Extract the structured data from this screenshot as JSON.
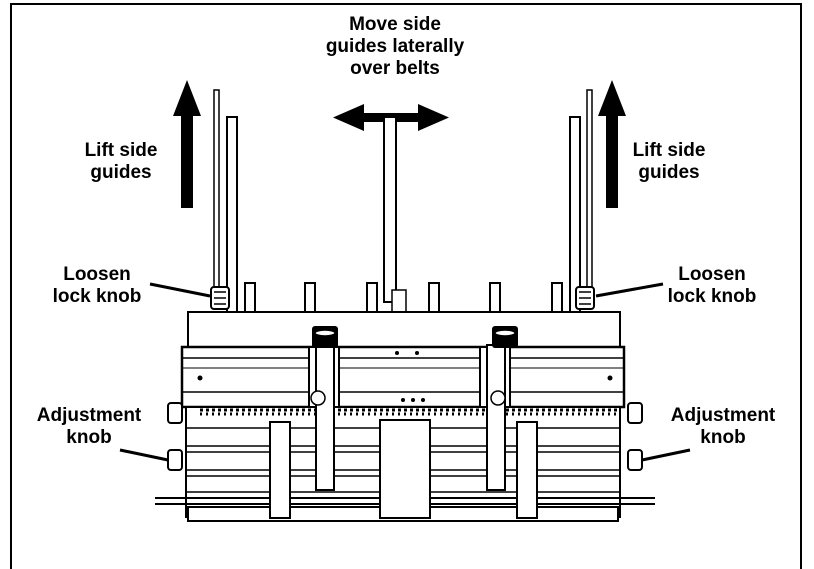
{
  "labels": {
    "move_side_guides": "Move side\nguides laterally\nover belts",
    "lift_left": "Lift side\nguides",
    "lift_right": "Lift side\nguides",
    "loosen_left": "Loosen\nlock knob",
    "loosen_right": "Loosen\nlock knob",
    "adjust_left": "Adjustment\nknob",
    "adjust_right": "Adjustment\nknob"
  }
}
